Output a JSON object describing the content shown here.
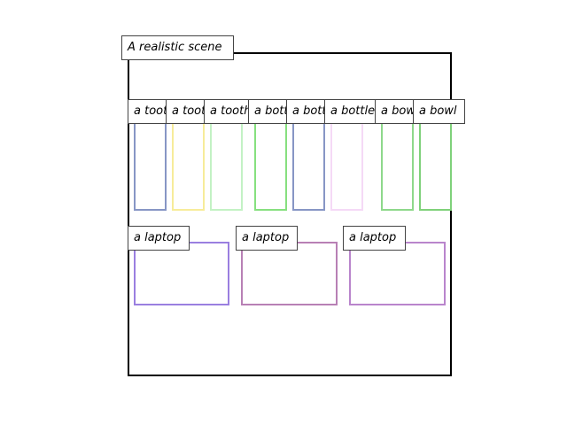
{
  "scene": {
    "title": "A realistic scene"
  },
  "objects": [
    {
      "label": "a toothbrush",
      "color": "#8796c5"
    },
    {
      "label": "a toothbrush",
      "color": "#f7ec9a"
    },
    {
      "label": "a toothbrush",
      "color": "#c3f2c4"
    },
    {
      "label": "a bottle",
      "color": "#87e07f"
    },
    {
      "label": "a bottle",
      "color": "#8796c5"
    },
    {
      "label": "a bottle",
      "color": "#f5d9f6"
    },
    {
      "label": "a bowl",
      "color": "#8ed88b"
    },
    {
      "label": "a bowl",
      "color": "#7fd17a"
    },
    {
      "label": "a laptop",
      "color": "#9a7fe0"
    },
    {
      "label": "a laptop",
      "color": "#b880b5"
    },
    {
      "label": "a laptop",
      "color": "#b985cc"
    }
  ]
}
